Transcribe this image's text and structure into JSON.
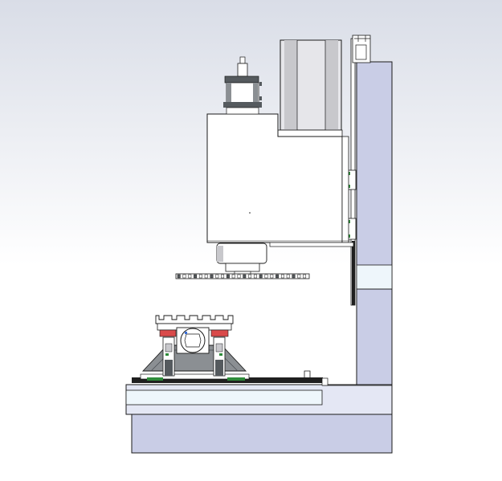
{
  "view": {
    "background_top": "#d9dde7",
    "background_bottom": "#ffffff"
  },
  "colors": {
    "column_blue": "#c9cde6",
    "column_light": "#e4e7f4",
    "column_pale": "#eef6fb",
    "outline": "#1a1a1a",
    "housing_white": "#ffffff",
    "motor_face": "#e6e6ea",
    "motor_stripe": "#c8c8cc",
    "dark_gray": "#555a5e",
    "mid_gray": "#8b8f93",
    "red_block": "#d94a4a",
    "green_mark": "#2e8b3a",
    "rail_black": "#1f1f1f"
  },
  "parts": [
    {
      "name": "machine-column",
      "label": ""
    },
    {
      "name": "machine-base",
      "label": ""
    },
    {
      "name": "spindle-head",
      "label": ""
    },
    {
      "name": "servo-motor",
      "label": ""
    },
    {
      "name": "tool-magazine",
      "label": ""
    },
    {
      "name": "rotary-fixture",
      "label": ""
    },
    {
      "name": "worktable",
      "label": ""
    }
  ]
}
